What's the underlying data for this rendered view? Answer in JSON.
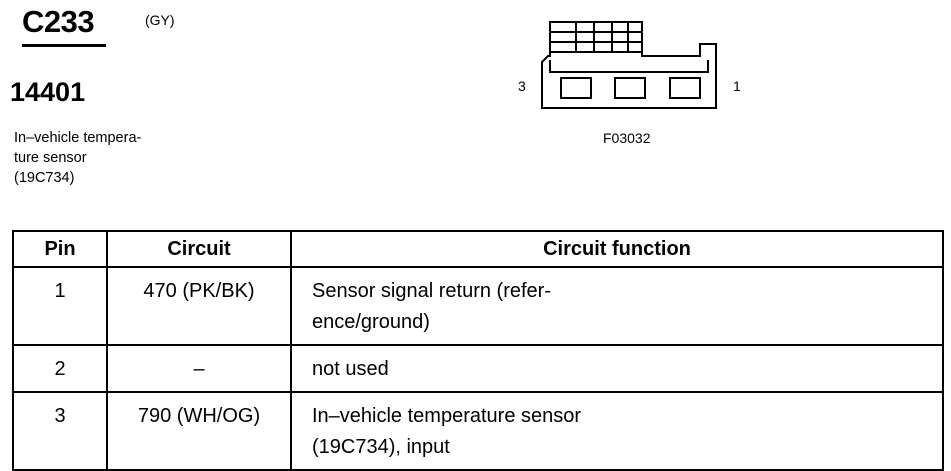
{
  "connector": {
    "id": "C233",
    "color_code": "(GY)",
    "part_number": "14401",
    "description_lines": [
      "In–vehicle tempera-",
      "ture sensor",
      "(19C734)"
    ],
    "figure_code": "F03032",
    "pin_label_left": "3",
    "pin_label_right": "1"
  },
  "table": {
    "headers": {
      "pin": "Pin",
      "circuit": "Circuit",
      "function": "Circuit function"
    },
    "rows": [
      {
        "pin": "1",
        "circuit": "470 (PK/BK)",
        "function_lines": [
          "Sensor signal return (refer-",
          "ence/ground)"
        ]
      },
      {
        "pin": "2",
        "circuit": "–",
        "function_lines": [
          "not used"
        ]
      },
      {
        "pin": "3",
        "circuit": "790 (WH/OG)",
        "function_lines": [
          "In–vehicle temperature sensor",
          "(19C734), input"
        ]
      }
    ]
  }
}
